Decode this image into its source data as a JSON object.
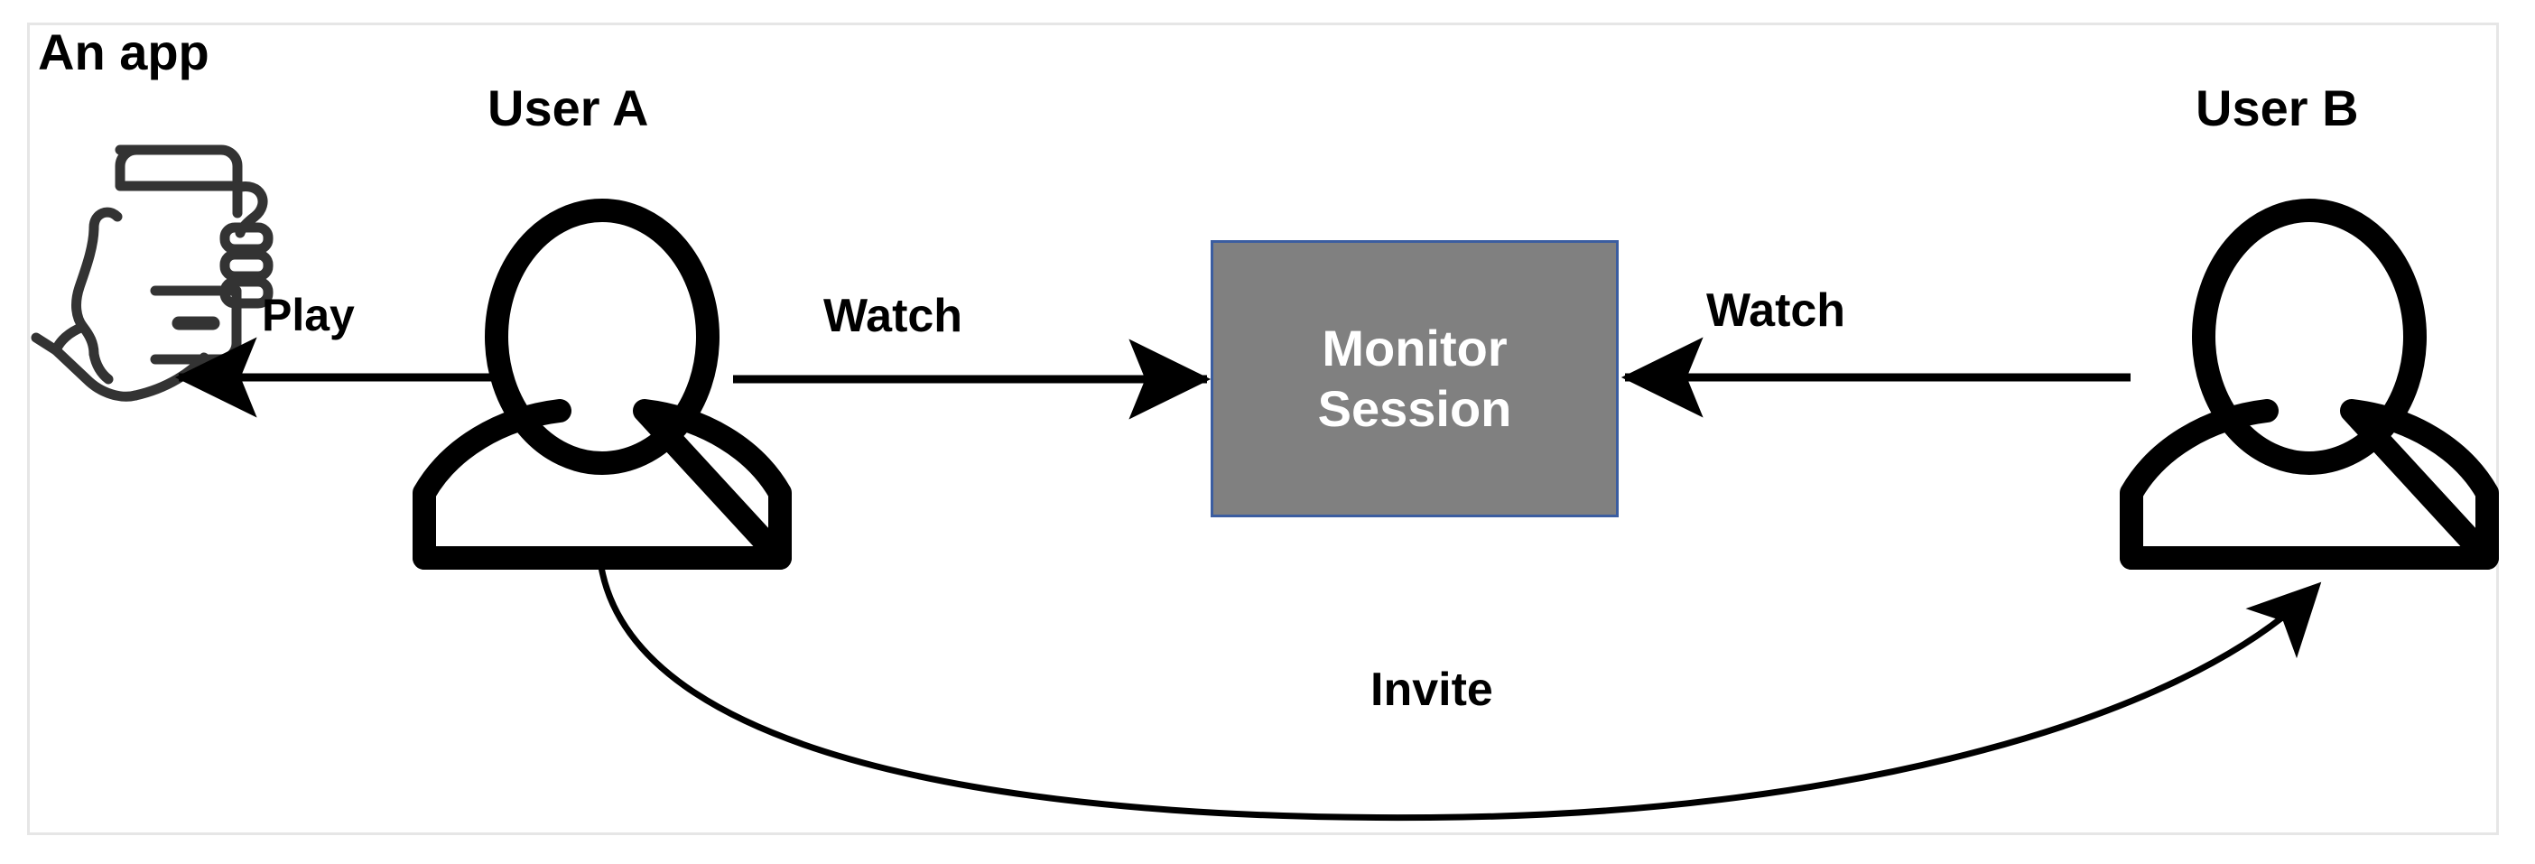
{
  "diagram": {
    "title_label": "An app",
    "background_color": "#ffffff",
    "frame_border_color": "#e6e6e6",
    "stroke_color": "#000000",
    "icon_color": "#333333"
  },
  "nodes": {
    "app": {
      "label": "An app",
      "icon": "hand-holding-phone-icon"
    },
    "user_a": {
      "label": "User A",
      "icon": "person-icon"
    },
    "user_b": {
      "label": "User B",
      "icon": "person-icon"
    },
    "monitor_session": {
      "line1": "Monitor",
      "line2": "Session",
      "fill_color": "#808080",
      "border_color": "#3B5DA0",
      "text_color": "#ffffff"
    }
  },
  "edges": [
    {
      "id": "play",
      "label": "Play",
      "from": "User A",
      "to": "An app",
      "direction": "left",
      "style": "straight"
    },
    {
      "id": "watch-left",
      "label": "Watch",
      "from": "User A",
      "to": "Monitor Session",
      "direction": "right",
      "style": "straight"
    },
    {
      "id": "watch-right",
      "label": "Watch",
      "from": "User B",
      "to": "Monitor Session",
      "direction": "left",
      "style": "straight"
    },
    {
      "id": "invite",
      "label": "Invite",
      "from": "User A",
      "to": "User B",
      "direction": "right",
      "style": "curved"
    }
  ]
}
